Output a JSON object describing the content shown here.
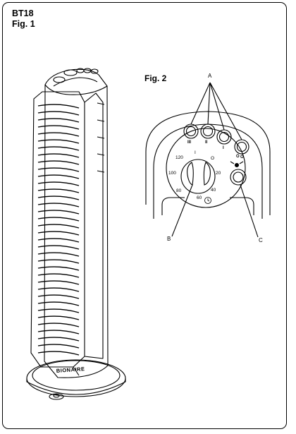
{
  "document": {
    "model": "BT18",
    "figure1_title": "Fig. 1",
    "figure2_title": "Fig. 2"
  },
  "fan": {
    "brand": "BIONAIRE"
  },
  "control_panel": {
    "callouts": {
      "a": "A",
      "b": "B",
      "c": "C"
    },
    "speed_marks": [
      "III",
      "II",
      "I",
      "O"
    ],
    "timer_marks": [
      "120",
      "100",
      "80",
      "60",
      "40",
      "20",
      "O",
      "I"
    ],
    "oscillation_mark": "O"
  },
  "colors": {
    "line": "#000000",
    "background": "#ffffff"
  }
}
